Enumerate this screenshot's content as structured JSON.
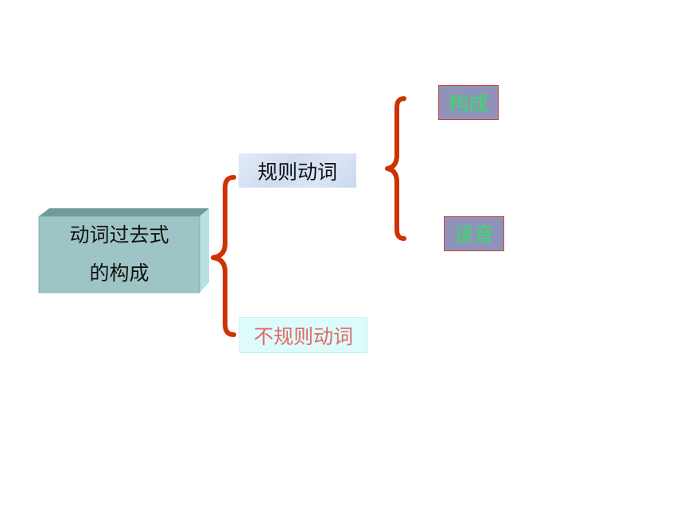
{
  "root": {
    "line1": "动词过去式",
    "line2": "的构成"
  },
  "regular_verbs": "规则动词",
  "irregular_verbs": "不规则动词",
  "formation": "构成",
  "pronunciation": "读音",
  "colors": {
    "brace": "#cc3300",
    "root_front": "#9ec5c5",
    "root_top": "#6f9a9a",
    "root_side": "#b8e2e2",
    "regular_bg": "#d6e1f3",
    "irregular_bg": "#ddfbfb",
    "irregular_text": "#e06a6a",
    "leaf_bg": "#8f93b9",
    "leaf_text": "#33dd66",
    "leaf_border": "#d04242"
  }
}
